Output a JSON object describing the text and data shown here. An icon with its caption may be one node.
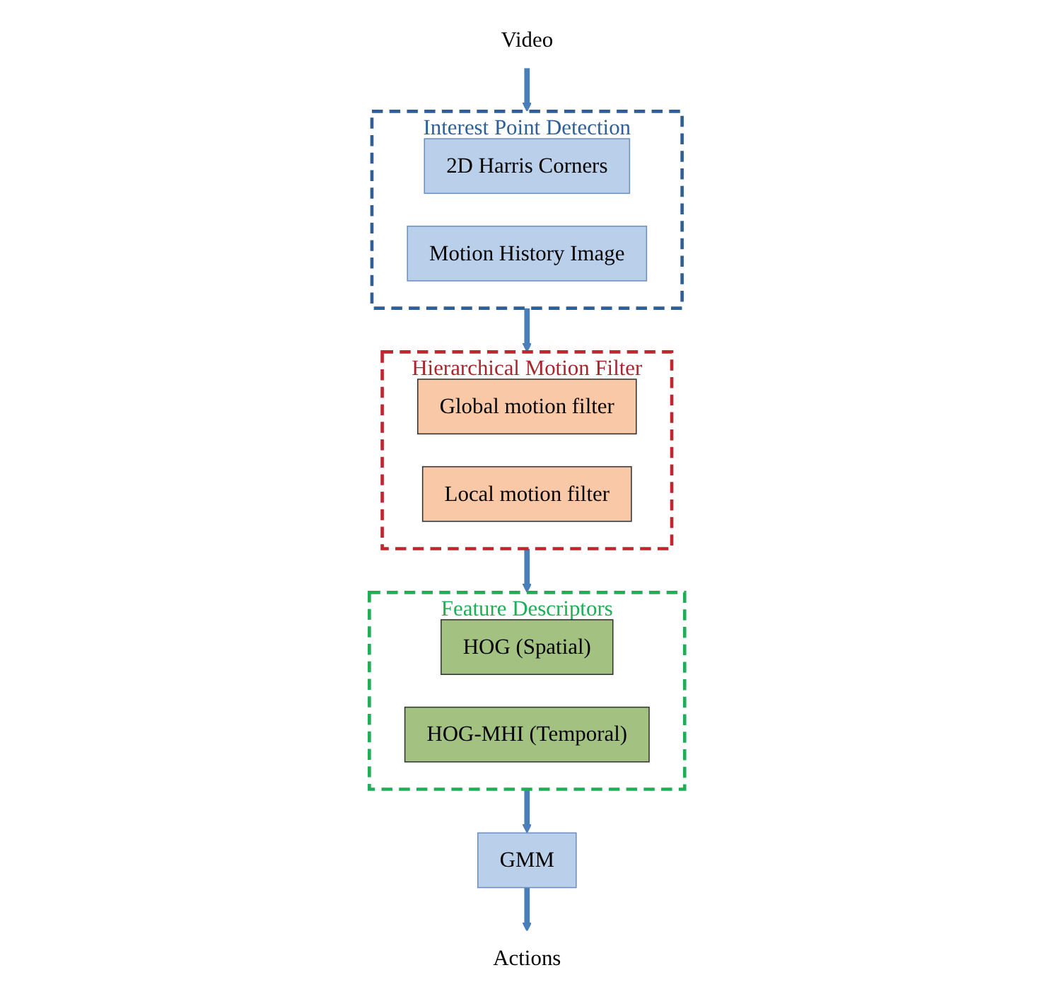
{
  "diagram": {
    "nodes": [
      {
        "text": [
          "Video"
        ]
      },
      {
        "text": [
          "Interest Point Detection"
        ]
      },
      {
        "text": [
          "2D Harris Corners"
        ],
        "in": 1
      },
      {
        "text": [
          "Motion History Image"
        ],
        "in": 1
      },
      {
        "text": [
          "Hierarchical Motion Filter"
        ]
      },
      {
        "text": [
          "Global motion filter"
        ],
        "in": 4
      },
      {
        "text": [
          "Local motion filter"
        ],
        "in": 4
      },
      {
        "text": [
          "Feature Descriptors"
        ]
      },
      {
        "text": [
          "HOG (Spatial)"
        ],
        "in": 7
      },
      {
        "text": [
          "HOG-MHI (Temporal)"
        ],
        "in": 7
      },
      {
        "text": [
          "GMM"
        ]
      },
      {
        "text": [
          "Actions"
        ]
      }
    ],
    "edges": [
      {
        "from": 0,
        "to": 1,
        "arrow": "to"
      },
      {
        "from": 1,
        "to": 4,
        "arrow": "to"
      },
      {
        "from": 4,
        "to": 7,
        "arrow": "to"
      },
      {
        "from": 7,
        "to": 10,
        "arrow": "to"
      },
      {
        "from": 10,
        "to": 11,
        "arrow": "to"
      }
    ]
  }
}
